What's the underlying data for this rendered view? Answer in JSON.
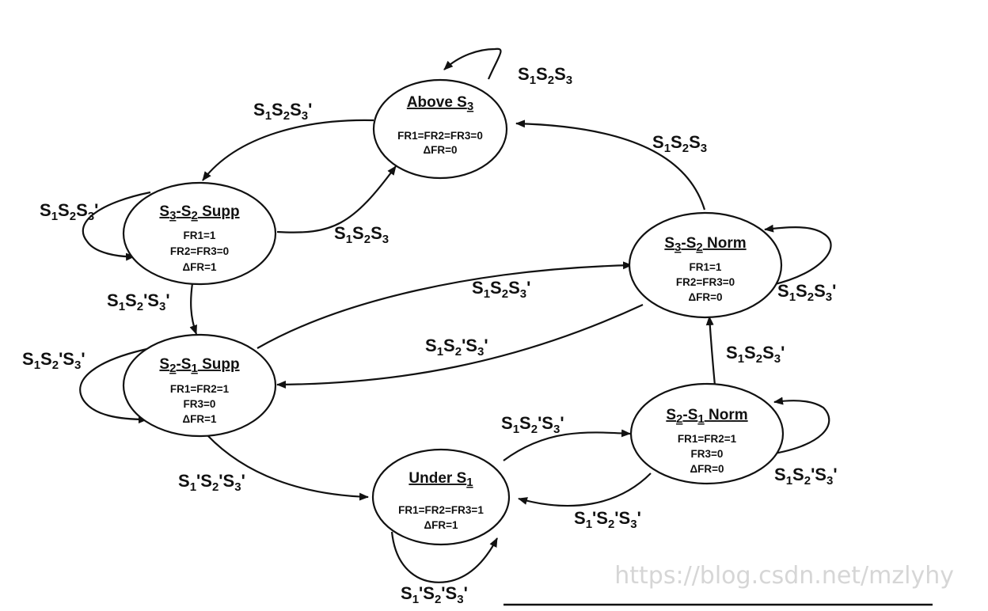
{
  "states": [
    {
      "id": "above_s3",
      "title": "Above S",
      "title_sub": "3",
      "lines": [
        "FR1=FR2=FR3=0",
        "ΔFR=0"
      ]
    },
    {
      "id": "s3_s2_supp",
      "title": "S",
      "title_sub": "3",
      "title_mid": "-S",
      "title_sub2": "2",
      "title_end": " Supp",
      "lines": [
        "FR1=1",
        "FR2=FR3=0",
        "ΔFR=1"
      ]
    },
    {
      "id": "s2_s1_supp",
      "title": "S",
      "title_sub": "2",
      "title_mid": "-S",
      "title_sub2": "1",
      "title_end": " Supp",
      "lines": [
        "FR1=FR2=1",
        "FR3=0",
        "ΔFR=1"
      ]
    },
    {
      "id": "under_s1",
      "title": "Under S",
      "title_sub": "1",
      "lines": [
        "FR1=FR2=FR3=1",
        "ΔFR=1"
      ]
    },
    {
      "id": "s3_s2_norm",
      "title": "S",
      "title_sub": "3",
      "title_mid": "-S",
      "title_sub2": "2",
      "title_end": " Norm",
      "lines": [
        "FR1=1",
        "FR2=FR3=0",
        "ΔFR=0"
      ]
    },
    {
      "id": "s2_s1_norm",
      "title": "S",
      "title_sub": "2",
      "title_mid": "-S",
      "title_sub2": "1",
      "title_end": " Norm",
      "lines": [
        "FR1=FR2=1",
        "FR3=0",
        "ΔFR=0"
      ]
    }
  ],
  "edges": [
    {
      "id": "above_self",
      "label": "S1S2S3"
    },
    {
      "id": "above_to_s3s2supp",
      "label": "S1S2S3'"
    },
    {
      "id": "s3s2supp_to_above",
      "label": "S1S2S3"
    },
    {
      "id": "s3s2norm_to_above",
      "label": "S1S2S3"
    },
    {
      "id": "s3s2supp_self",
      "label": "S1S2S3'"
    },
    {
      "id": "s3s2supp_to_s2s1supp",
      "label": "S1S2'S3'"
    },
    {
      "id": "s2s1supp_to_s3s2norm",
      "label": "S1S2S3'"
    },
    {
      "id": "s3s2norm_self",
      "label": "S1S2S3'"
    },
    {
      "id": "s3s2norm_to_s2s1supp",
      "label": "S1S2'S3'"
    },
    {
      "id": "s2s1supp_self",
      "label": "S1S2'S3'"
    },
    {
      "id": "s2s1norm_to_s3s2norm",
      "label": "S1S2S3'"
    },
    {
      "id": "under_to_s2s1norm",
      "label": "S1S2'S3'"
    },
    {
      "id": "s2s1norm_self",
      "label": "S1S2'S3'"
    },
    {
      "id": "s2s1supp_to_under",
      "label": "S1'S2'S3'"
    },
    {
      "id": "s2s1norm_to_under",
      "label": "S1'S2'S3'"
    },
    {
      "id": "under_self",
      "label": "S1'S2'S3'"
    }
  ],
  "watermark": "https://blog.csdn.net/mzlyhy"
}
